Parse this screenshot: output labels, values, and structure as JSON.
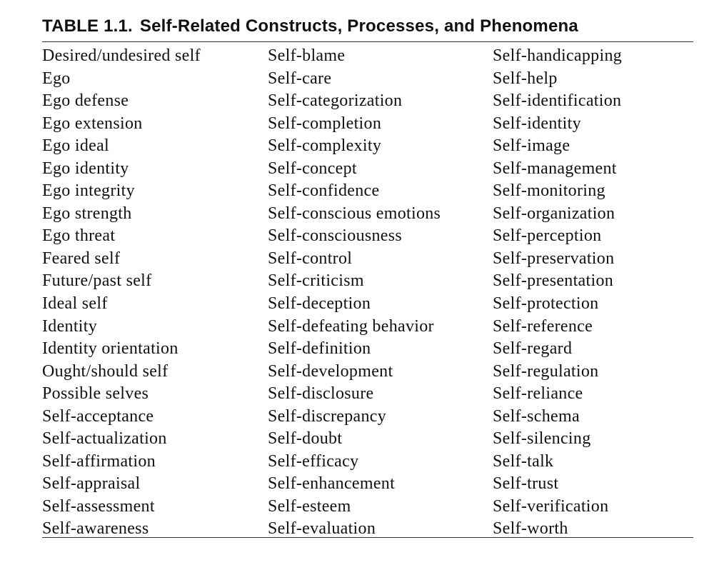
{
  "table": {
    "label": "TABLE 1.1.",
    "title": "Self-Related Constructs, Processes, and Phenomena",
    "columns": [
      [
        "Desired/undesired self",
        "Ego",
        "Ego defense",
        "Ego extension",
        "Ego ideal",
        "Ego identity",
        "Ego integrity",
        "Ego strength",
        "Ego threat",
        "Feared self",
        "Future/past self",
        "Ideal self",
        "Identity",
        "Identity orientation",
        "Ought/should self",
        "Possible selves",
        "Self-acceptance",
        "Self-actualization",
        "Self-affirmation",
        "Self-appraisal",
        "Self-assessment",
        "Self-awareness"
      ],
      [
        "Self-blame",
        "Self-care",
        "Self-categorization",
        "Self-completion",
        "Self-complexity",
        "Self-concept",
        "Self-confidence",
        "Self-conscious emotions",
        "Self-consciousness",
        "Self-control",
        "Self-criticism",
        "Self-deception",
        "Self-defeating behavior",
        "Self-definition",
        "Self-development",
        "Self-disclosure",
        "Self-discrepancy",
        "Self-doubt",
        "Self-efficacy",
        "Self-enhancement",
        "Self-esteem",
        "Self-evaluation"
      ],
      [
        "Self-handicapping",
        "Self-help",
        "Self-identification",
        "Self-identity",
        "Self-image",
        "Self-management",
        "Self-monitoring",
        "Self-organization",
        "Self-perception",
        "Self-preservation",
        "Self-presentation",
        "Self-protection",
        "Self-reference",
        "Self-regard",
        "Self-regulation",
        "Self-reliance",
        "Self-schema",
        "Self-silencing",
        "Self-talk",
        "Self-trust",
        "Self-verification",
        "Self-worth"
      ]
    ]
  }
}
